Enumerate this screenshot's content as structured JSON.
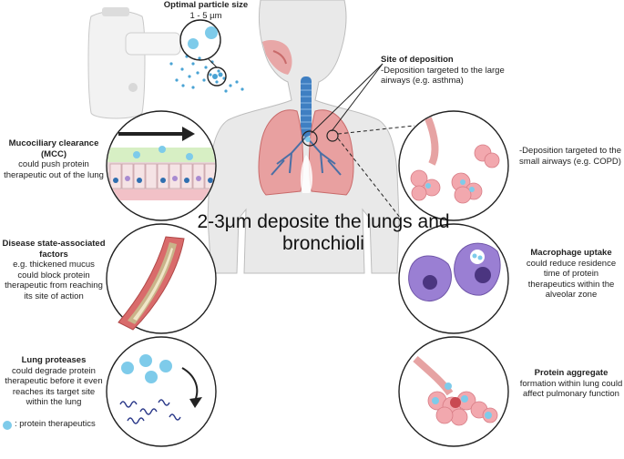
{
  "particle_size": {
    "title": "Optimal particle size",
    "range": "1 - 5 µm"
  },
  "deposition": {
    "title": "Site of deposition",
    "large": "-Deposition targeted to the large airways (e.g. asthma)",
    "small": "-Deposition targeted to the small airways (e.g. COPD)"
  },
  "mcc": {
    "title": "Mucociliary clearance (MCC)",
    "text": "could push protein therapeutic out of the lung"
  },
  "disease": {
    "title": "Disease state-associated factors",
    "text": "e.g. thickened mucus could block protein therapeutic from reaching its site of action"
  },
  "proteases": {
    "title": "Lung proteases",
    "text": "could degrade protein therapeutic before it even reaches its target site within the lung"
  },
  "macrophage": {
    "title": "Macrophage uptake",
    "text": "could reduce residence time of protein therapeutics within the alveolar zone"
  },
  "aggregate": {
    "title": "Protein aggregate",
    "text": "formation within lung could affect pulmonary function"
  },
  "overlay_text": "2-3μm deposite the lungs and  bronchioli",
  "legend": {
    "text": ": protein therapeutics"
  },
  "colors": {
    "particle": "#7ecbea",
    "lung": "#e8a0a0",
    "body": "#e9e9e9",
    "trachea": "#3f7fc2"
  }
}
